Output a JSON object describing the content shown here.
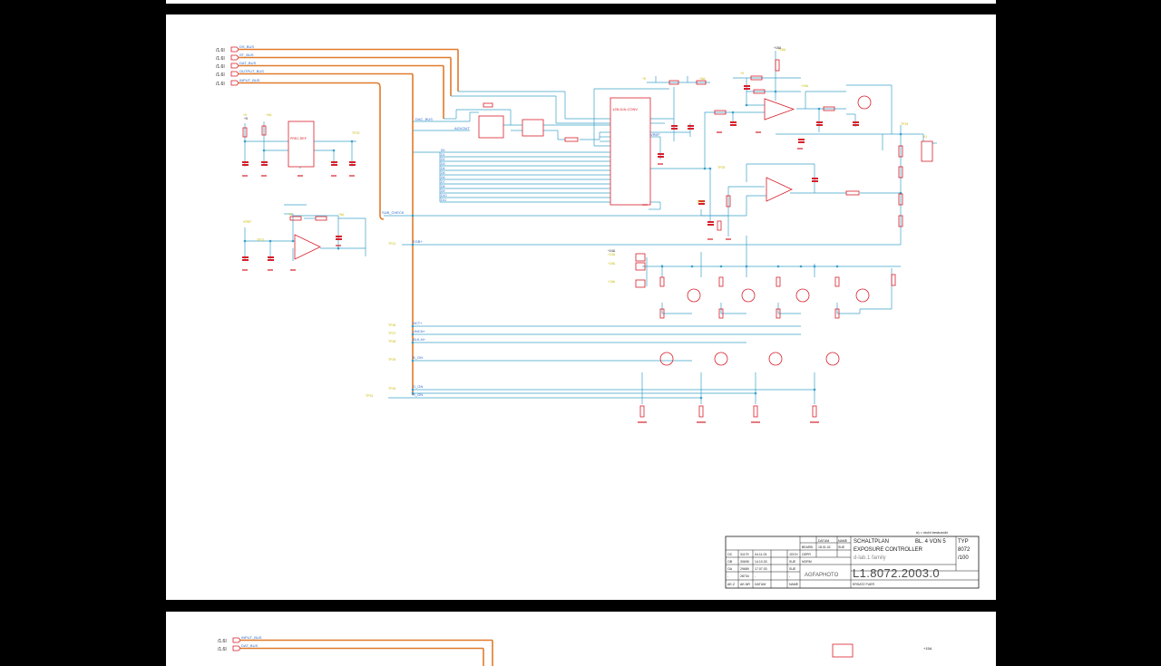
{
  "viewer": {
    "background": "#000000"
  },
  "colors": {
    "bus": "#e07a2a",
    "wire": "#3aa0c8",
    "part": "#d81e2a",
    "label": "#d8d000",
    "text": "#1a1a1a"
  },
  "schematic": {
    "bus_ref": "/1.6I",
    "buses": [
      "DS_BUS",
      "ST_BUS",
      "DAT_BUS",
      "OUTPUT_BUS",
      "INPUT_BUS"
    ],
    "dac_block": "12B-D/A-CONV",
    "net_labels": [
      "DAC_BUS",
      "AGVOUT",
      "SUB_CHECK",
      "VREF",
      "EGB+",
      "NCT+",
      "UNCN+",
      "BLK-N+",
      "B_GN",
      "G_GN",
      "R_GN"
    ],
    "data_lines": [
      "D0",
      "D1",
      "D2",
      "D3",
      "D4",
      "D5",
      "D6",
      "D7",
      "D8",
      "D9",
      "D10",
      "D11"
    ],
    "supplies": [
      "+5",
      "+5A",
      "+15A",
      "+24A",
      "+15A"
    ],
    "not_populated_note": "#) = nicht bestueckt"
  },
  "title_block": {
    "title": "SCHALTPLAN",
    "sheet": "BL. 4 VON 5",
    "subtitle": "EXPOSURE CONTROLLER",
    "family": "d-lab.1 family",
    "type_label": "TYP",
    "type_number": "8072",
    "type_suffix": "/100",
    "brand": "AGFAPHOTO",
    "drawing_number": "L1.8072.2003.0",
    "replacement_label": "ERSATZ FUER",
    "header_cols": [
      "DATUM",
      "NAME"
    ],
    "roles": [
      "BEARB",
      "GEPR",
      "NORM"
    ],
    "role_dates": [
      "18.01.02",
      "",
      ""
    ],
    "role_names": [
      "SUE",
      "",
      ""
    ],
    "revisions": [
      {
        "idx": "OC",
        "no": "31179",
        "date": "04.11.03",
        "name": "JOCH"
      },
      {
        "idx": "OB",
        "no": "30695",
        "date": "14.10.03",
        "name": "SUE"
      },
      {
        "idx": "OA",
        "no": "29689",
        "date": "17.07.03",
        "name": "SUE"
      },
      {
        "idx": "-",
        "no": "28734",
        "date": "-",
        "name": "-"
      }
    ],
    "revision_footer": [
      "AE-Z",
      "AE-NR",
      "DATUM",
      "NAME"
    ]
  },
  "page2": {
    "bus_ref": "/1.6I",
    "buses": [
      "INPUT_BUS",
      "DAT_BUS"
    ],
    "supply": "+15A"
  }
}
